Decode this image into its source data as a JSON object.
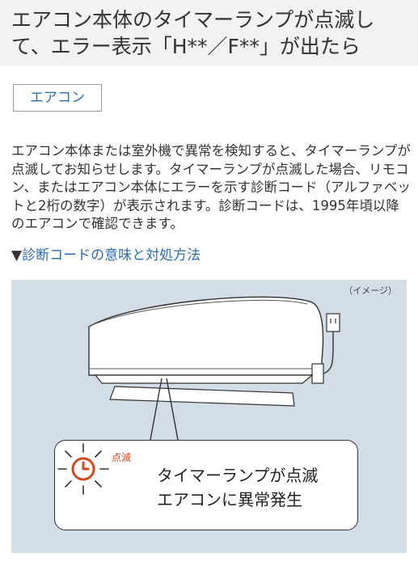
{
  "header": {
    "title": "エアコン本体のタイマーランプが点滅して、エラー表示「H**／F**」が出たら"
  },
  "category_tag": "エアコン",
  "body": {
    "paragraph": "エアコン本体または室外機で異常を検知すると、タイマーランプが点滅してお知らせします。タイマーランプが点滅した場合、リモコン、またはエアコン本体にエラーを示す診断コード（アルファベットと2桁の数字）が表示されます。診断コードは、1995年頃以降のエアコンで確認できます。",
    "link_marker": "▼",
    "link_label": "診断コードの意味と対処方法"
  },
  "illustration": {
    "image_note": "（イメージ）",
    "blink_label": "点滅",
    "message_line1": "タイマーランプが点滅",
    "message_line2": "エアコンに異常発生",
    "icon": "timer-lamp-icon",
    "colors": {
      "background": "#d3dde7",
      "accent": "#d24a1e",
      "link": "#2b6cb0"
    }
  }
}
